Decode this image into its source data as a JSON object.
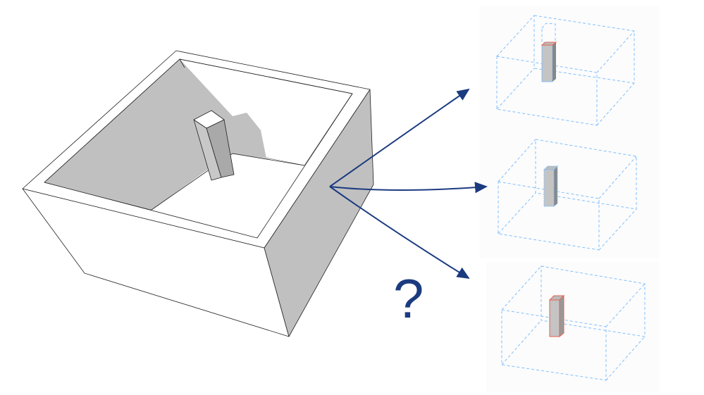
{
  "question_mark": "?",
  "colors": {
    "arrow": "#1b3b80",
    "wall_shade": "#c0c0c0",
    "bbox_dashed": "#7fbfff",
    "highlight_edge": "#e8604c"
  },
  "candidates": [
    {
      "label": "candidate-1-extended-bbox"
    },
    {
      "label": "candidate-2-blue-edges"
    },
    {
      "label": "candidate-3-red-edges"
    }
  ]
}
